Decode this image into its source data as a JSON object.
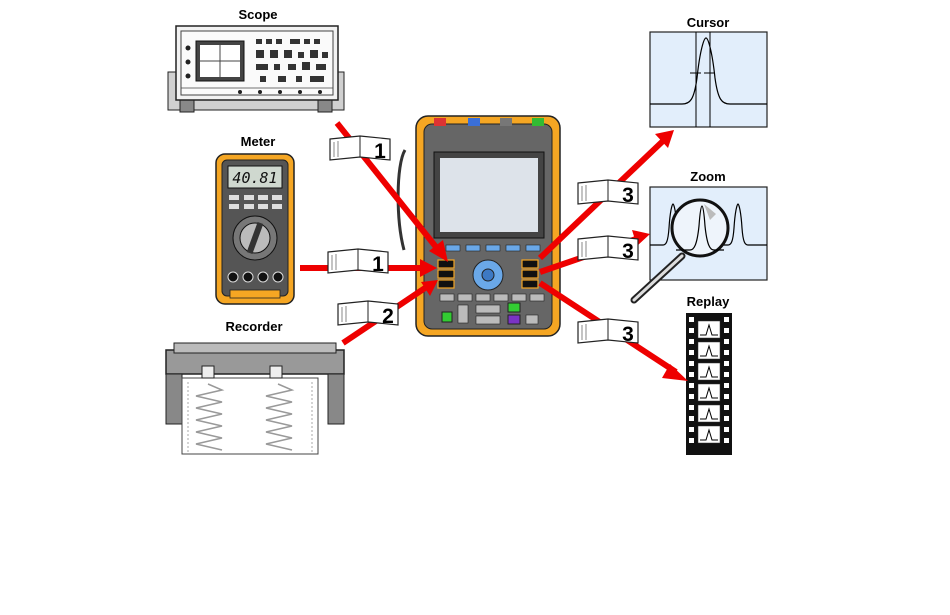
{
  "labels": {
    "scope": "Scope",
    "meter": "Meter",
    "recorder": "Recorder",
    "cursor": "Cursor",
    "zoom": "Zoom",
    "replay": "Replay"
  },
  "meter_reading": "40.81",
  "steps": {
    "scope_link": "1",
    "meter_link": "1",
    "recorder_link": "2",
    "cursor_link": "3",
    "zoom_link": "3",
    "replay_link": "3"
  },
  "colors": {
    "arrow": "#ee0000",
    "instrument_body": "#f5a623",
    "screen": "#dde3ea",
    "panel_bg": "#e2eefb",
    "key_blue": "#6aa8e8"
  }
}
